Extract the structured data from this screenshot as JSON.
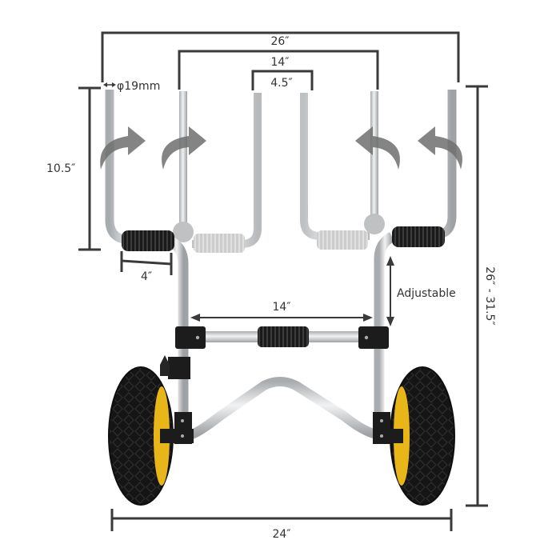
{
  "diagram": {
    "subject": "Kayak cart",
    "colors": {
      "dimension_line": "#3a3a3a",
      "label_text": "#333333",
      "tube": "#c9cbcd",
      "tube_highlight": "#eef0f1",
      "rubber": "#1c1c1c",
      "rubber_faded": "#b8b8b8",
      "tire": "#141414",
      "rim": "#e8b618",
      "arrow": "#7a7a7a",
      "background": "#ffffff"
    },
    "dimensions": {
      "outer_arm_span": "26″",
      "inner_arm_span": "14″",
      "center_gap": "4.5″",
      "tube_diameter": "φ19mm",
      "arm_height": "10.5″",
      "pad_length": "4″",
      "crossbar_width": "14″",
      "adjustable_label": "Adjustable",
      "total_height": "26″ - 31.5″",
      "wheel_span": "24″"
    },
    "annotations": {
      "rotation_arrows": [
        "rotate-arrow-left-outer",
        "rotate-arrow-left-inner",
        "rotate-arrow-right-inner",
        "rotate-arrow-right-outer"
      ]
    }
  }
}
